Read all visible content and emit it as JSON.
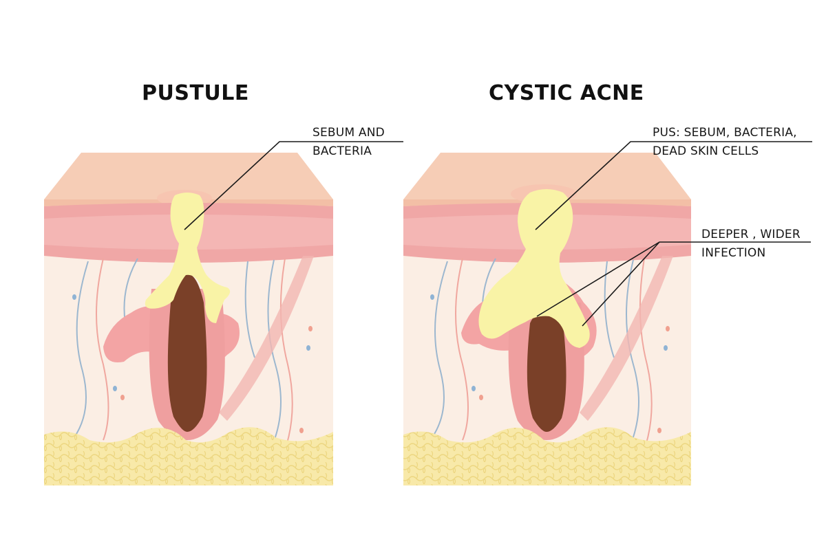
{
  "panels": [
    {
      "title": "PUSTULE",
      "callouts": [
        {
          "lines": [
            "SEBUM AND",
            "BACTERIA"
          ]
        }
      ]
    },
    {
      "title": "CYSTIC ACNE",
      "callouts": [
        {
          "lines": [
            "PUS: SEBUM, BACTERIA,",
            "DEAD SKIN CELLS"
          ]
        },
        {
          "lines": [
            "DEEPER , WIDER",
            "INFECTION"
          ]
        }
      ]
    }
  ],
  "colors": {
    "epidermis": "#f6cdb6",
    "dermis_band": "#f0a7a6",
    "dermis": "#fbeee4",
    "fat": "#f8e9a9",
    "follicle": "#ef9f9f",
    "hair_root": "#7a4028",
    "sebum": "#f9f3a6",
    "inflammation": "#f3a4a4",
    "vessel_blue": "#9cb7cf",
    "vessel_pink": "#f0a79f",
    "leader_line": "#1a1a1a"
  },
  "icons": [
    "skin-cross-section"
  ]
}
